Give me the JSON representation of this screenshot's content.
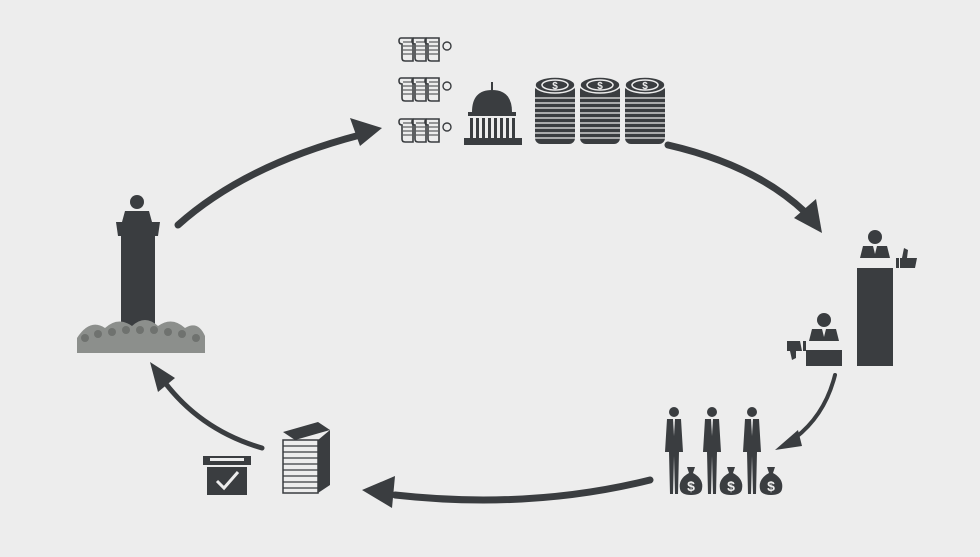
{
  "diagram": {
    "type": "cycle",
    "nodes": [
      {
        "id": "laws-capitol-money",
        "icons": [
          "scroll-icon",
          "capitol-dome-icon",
          "coin-stack-icon"
        ]
      },
      {
        "id": "winning-and-losing-candidates",
        "icons": [
          "podium-icon",
          "thumbs-up-icon",
          "thumbs-down-icon"
        ]
      },
      {
        "id": "donors-with-money-bags",
        "icons": [
          "businessman-icon",
          "money-bag-icon"
        ],
        "glyph": "$"
      },
      {
        "id": "cash-and-ballot",
        "icons": [
          "cash-stack-icon",
          "ballot-box-icon"
        ]
      },
      {
        "id": "candidate-with-crowd",
        "icons": [
          "speaker-podium-icon",
          "crowd-icon"
        ]
      }
    ],
    "arrows": [
      {
        "from": "candidate-with-crowd",
        "to": "laws-capitol-money"
      },
      {
        "from": "laws-capitol-money",
        "to": "winning-and-losing-candidates"
      },
      {
        "from": "winning-and-losing-candidates",
        "to": "donors-with-money-bags"
      },
      {
        "from": "donors-with-money-bags",
        "to": "cash-and-ballot"
      },
      {
        "from": "cash-and-ballot",
        "to": "candidate-with-crowd"
      }
    ],
    "colors": {
      "background": "#ededed",
      "ink": "#3a3d40",
      "muted": "#8c8f8c"
    }
  }
}
